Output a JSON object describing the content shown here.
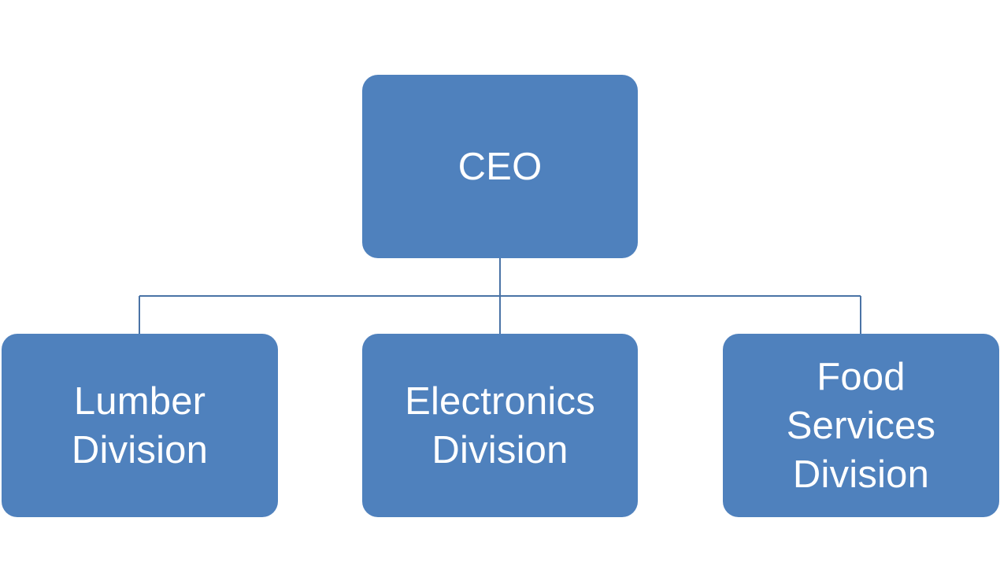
{
  "diagram": {
    "type": "org-chart",
    "colors": {
      "node_fill": "#4f81bd",
      "node_text": "#ffffff",
      "connector": "#4a73a6",
      "background": "#ffffff"
    },
    "root": {
      "label": "CEO"
    },
    "children": [
      {
        "label": "Lumber\nDivision"
      },
      {
        "label": "Electronics\nDivision"
      },
      {
        "label": "Food\nServices\nDivision"
      }
    ]
  }
}
